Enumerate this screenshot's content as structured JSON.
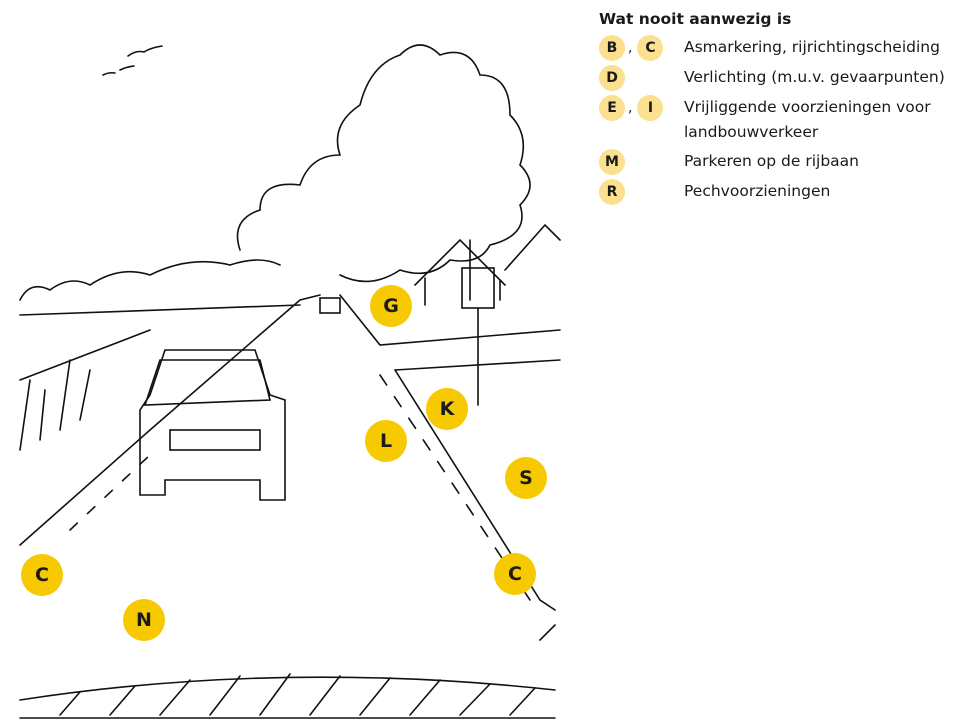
{
  "markers": [
    "G",
    "K",
    "L",
    "S",
    "C",
    "C",
    "N"
  ],
  "legend": {
    "title": "Wat nooit aanwezig is",
    "items": [
      {
        "badges": [
          "B",
          "C"
        ],
        "label": "Asmarkering, rijrichtingscheiding"
      },
      {
        "badges": [
          "D"
        ],
        "label": "Verlichting (m.u.v. gevaarpunten)"
      },
      {
        "badges": [
          "E",
          "I"
        ],
        "label": "Vrijliggende voorzieningen voor landbouwverkeer"
      },
      {
        "badges": [
          "M"
        ],
        "label": "Parkeren op de rijbaan"
      },
      {
        "badges": [
          "R"
        ],
        "label": "Pechvoorzieningen"
      }
    ]
  },
  "colors": {
    "marker": "#f7c900",
    "badge": "#fbe08f"
  }
}
